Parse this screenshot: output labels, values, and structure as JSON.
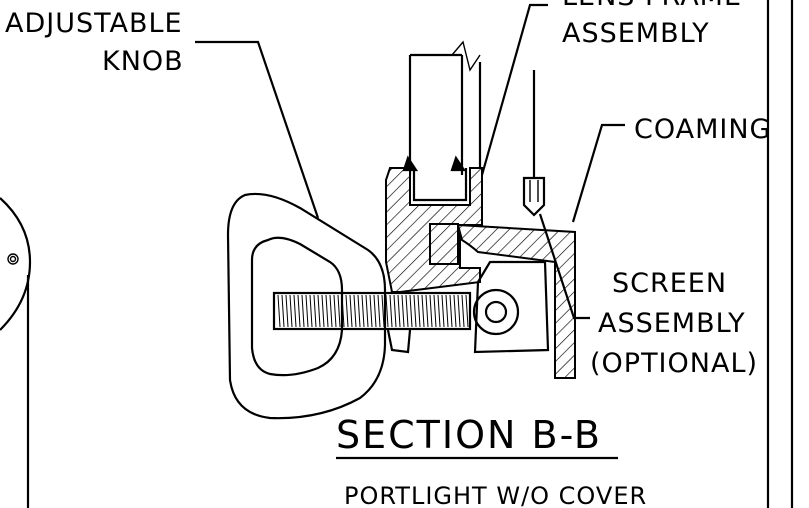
{
  "labels": {
    "adjustable": "ADJUSTABLE",
    "knob": "KNOB",
    "lens_frame": "LENS FRAME",
    "assembly": "ASSEMBLY",
    "coaming": "COAMING",
    "screen": "SCREEN",
    "screen_assembly": "ASSEMBLY",
    "optional": "(OPTIONAL)"
  },
  "section_title": "SECTION B-B",
  "subtitle": "PORTLIGHT W/O COVER"
}
